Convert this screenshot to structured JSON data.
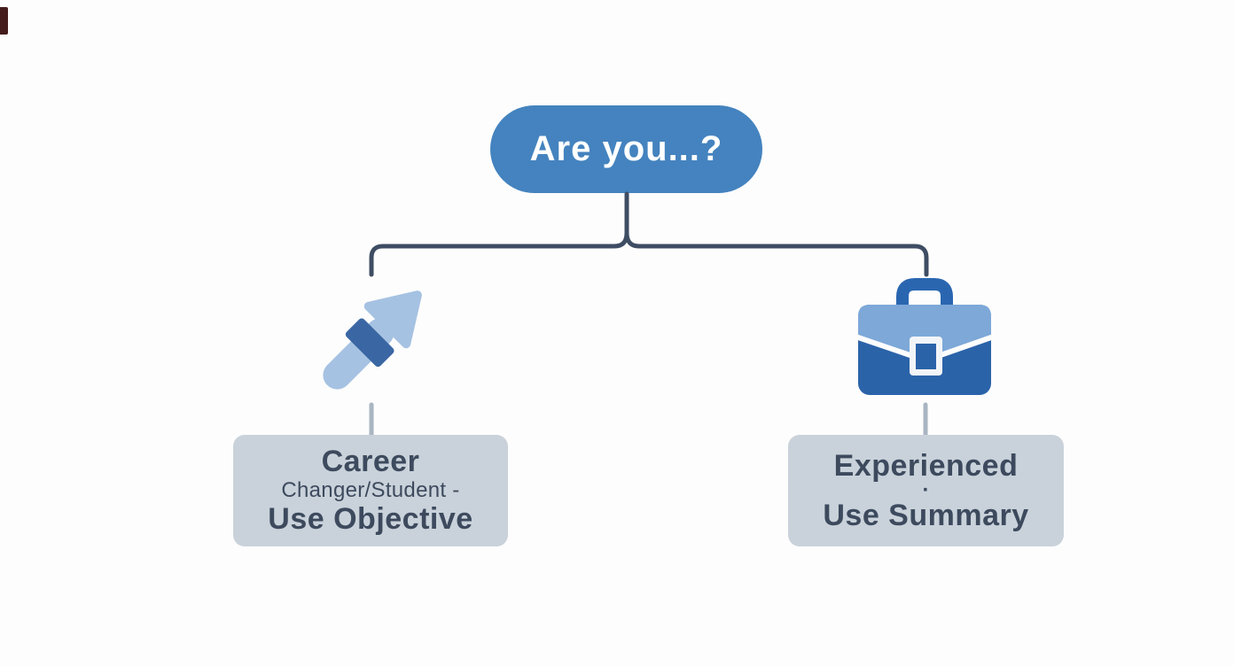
{
  "root_node": {
    "label": "Are you...?"
  },
  "colors": {
    "background": "#fdfdfd",
    "root_bg": "#4483bf",
    "root_text": "#ffffff",
    "connector": "#3e4d63",
    "stub": "#a9b5c1",
    "box_bg": "#c9d2da",
    "box_text": "#3d4a5e",
    "arrow_main": "#a6c2e2",
    "arrow_band": "#3a67a3",
    "briefcase_dark": "#2b63a9",
    "briefcase_flap": "#7da8d8",
    "corner_artifact": "#451c1c"
  },
  "branches": [
    {
      "icon": "rising-arrow-icon",
      "line1": "Career",
      "line2": "Changer/Student -",
      "line3": "Use Objective"
    },
    {
      "icon": "briefcase-icon",
      "line1": "Experienced",
      "separator": "·",
      "line3": "Use Summary"
    }
  ]
}
